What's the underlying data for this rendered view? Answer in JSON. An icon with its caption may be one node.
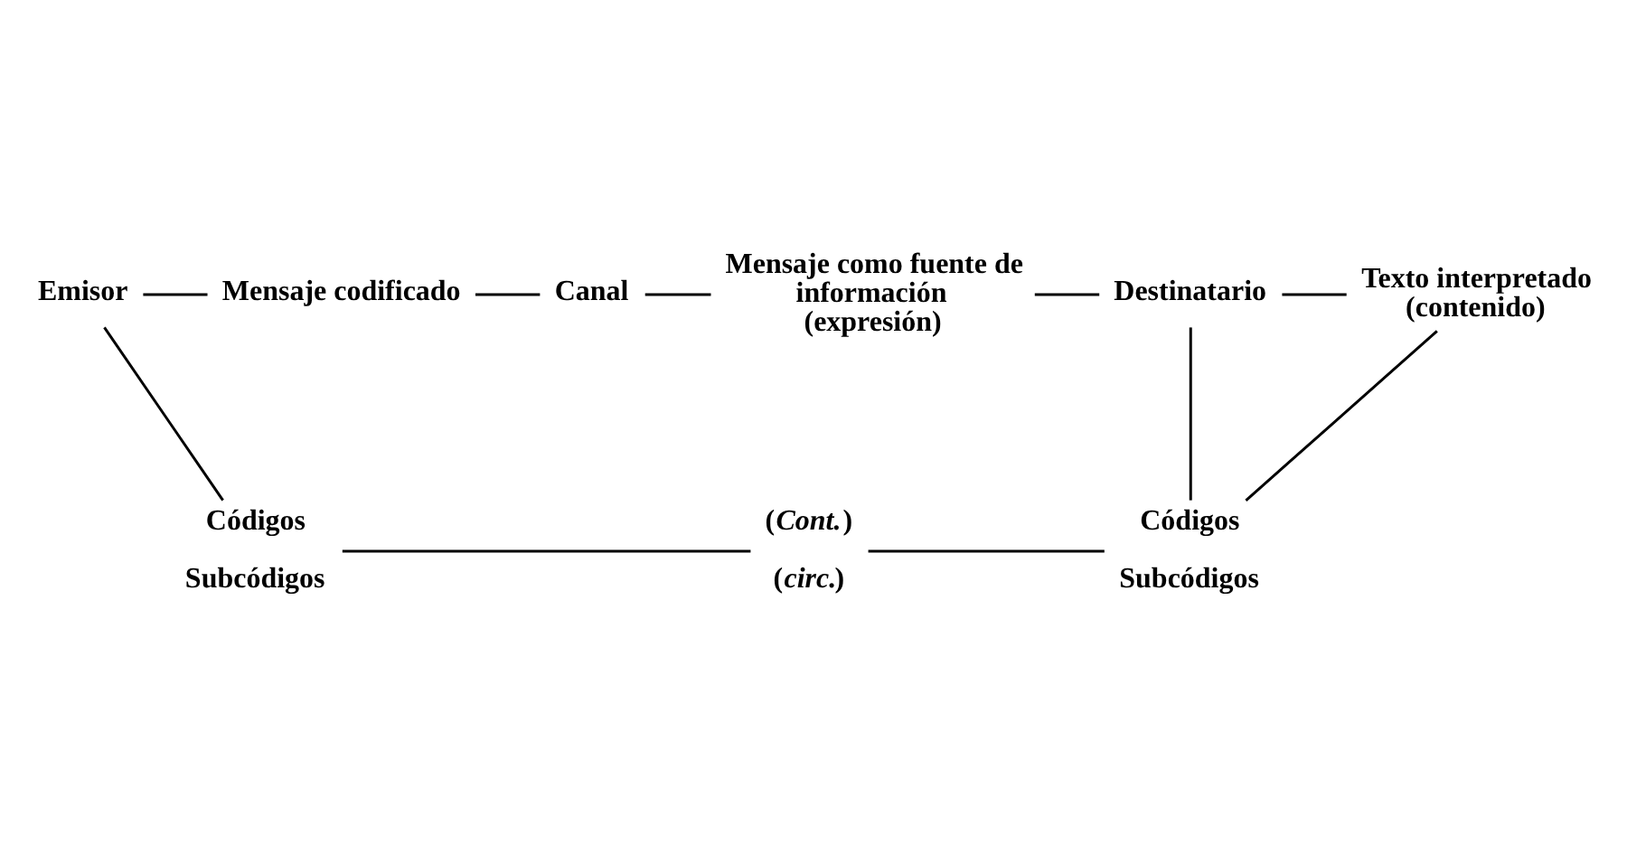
{
  "diagram": {
    "nodes": [
      {
        "text": [
          "Emisor"
        ]
      },
      {
        "text": [
          "Mensaje codificado"
        ]
      },
      {
        "text": [
          "Canal"
        ]
      },
      {
        "text": [
          "Mensaje como fuente de información (expresión)"
        ]
      },
      {
        "text": [
          "Destinatario"
        ]
      },
      {
        "text": [
          "Texto interpretado (contenido)"
        ]
      },
      {
        "text": [
          "Códigos",
          "Subcódigos"
        ]
      },
      {
        "text": [
          "(*Cont.*)",
          "(*circ.*)"
        ]
      },
      {
        "text": [
          "Códigos",
          "Subcódigos"
        ]
      }
    ],
    "edges": [
      {
        "from": 0,
        "to": 1,
        "arrow": "none"
      },
      {
        "from": 1,
        "to": 2,
        "arrow": "none"
      },
      {
        "from": 2,
        "to": 3,
        "arrow": "none"
      },
      {
        "from": 3,
        "to": 4,
        "arrow": "none"
      },
      {
        "from": 4,
        "to": 5,
        "arrow": "none"
      },
      {
        "from": 0,
        "to": 6,
        "arrow": "none"
      },
      {
        "from": 6,
        "to": 7,
        "arrow": "none"
      },
      {
        "from": 7,
        "to": 8,
        "arrow": "none"
      },
      {
        "from": 4,
        "to": 8,
        "arrow": "none"
      },
      {
        "from": 8,
        "to": 5,
        "arrow": "none"
      }
    ]
  }
}
